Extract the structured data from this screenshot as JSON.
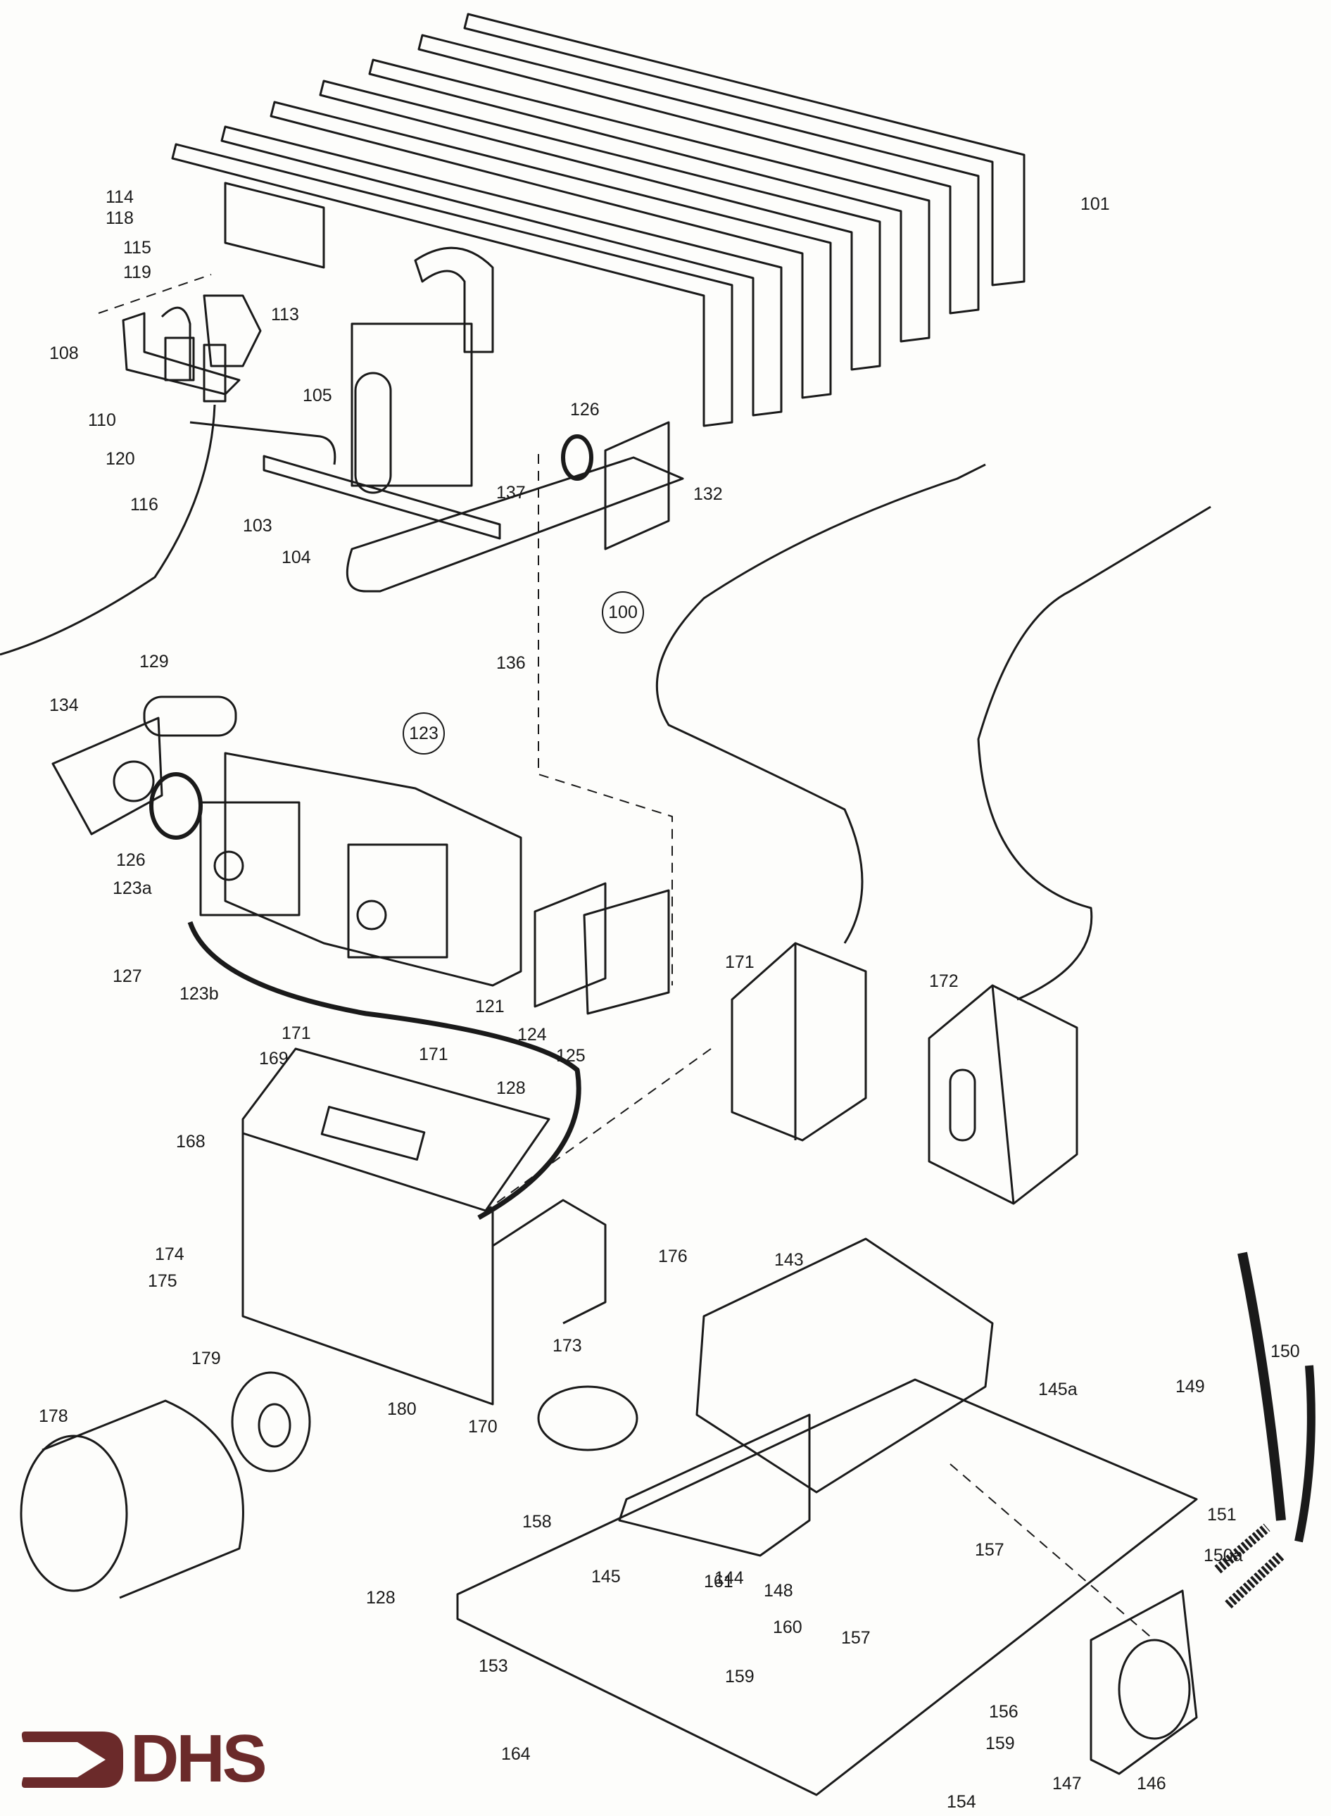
{
  "brand": {
    "logo_text": "DHS",
    "logo_color": "#6b2a2a"
  },
  "diagram": {
    "title": "Exploded parts diagram — gas heater burner & control assembly",
    "line_color": "#1a1a1a",
    "callouts": [
      {
        "id": "101",
        "circled": false
      },
      {
        "id": "114",
        "circled": false
      },
      {
        "id": "118",
        "circled": false
      },
      {
        "id": "115",
        "circled": false
      },
      {
        "id": "119",
        "circled": false
      },
      {
        "id": "113",
        "circled": false
      },
      {
        "id": "108",
        "circled": false
      },
      {
        "id": "110",
        "circled": false
      },
      {
        "id": "105",
        "circled": false
      },
      {
        "id": "120",
        "circled": false
      },
      {
        "id": "126",
        "circled": false
      },
      {
        "id": "132",
        "circled": false
      },
      {
        "id": "116",
        "circled": false
      },
      {
        "id": "137",
        "circled": false
      },
      {
        "id": "103",
        "circled": false
      },
      {
        "id": "104",
        "circled": false
      },
      {
        "id": "100",
        "circled": true
      },
      {
        "id": "136",
        "circled": false
      },
      {
        "id": "129",
        "circled": false
      },
      {
        "id": "134",
        "circled": false
      },
      {
        "id": "123",
        "circled": true
      },
      {
        "id": "126",
        "circled": false
      },
      {
        "id": "123a",
        "circled": false
      },
      {
        "id": "127",
        "circled": false
      },
      {
        "id": "123b",
        "circled": false
      },
      {
        "id": "121",
        "circled": false
      },
      {
        "id": "124",
        "circled": false
      },
      {
        "id": "125",
        "circled": false
      },
      {
        "id": "171",
        "circled": false
      },
      {
        "id": "172",
        "circled": false
      },
      {
        "id": "171",
        "circled": false
      },
      {
        "id": "169",
        "circled": false
      },
      {
        "id": "171",
        "circled": false
      },
      {
        "id": "128",
        "circled": false
      },
      {
        "id": "168",
        "circled": false
      },
      {
        "id": "174",
        "circled": false
      },
      {
        "id": "175",
        "circled": false
      },
      {
        "id": "176",
        "circled": false
      },
      {
        "id": "143",
        "circled": false
      },
      {
        "id": "173",
        "circled": false
      },
      {
        "id": "179",
        "circled": false
      },
      {
        "id": "180",
        "circled": false
      },
      {
        "id": "145a",
        "circled": false
      },
      {
        "id": "150",
        "circled": false
      },
      {
        "id": "149",
        "circled": false
      },
      {
        "id": "178",
        "circled": false
      },
      {
        "id": "170",
        "circled": false
      },
      {
        "id": "158",
        "circled": false
      },
      {
        "id": "151",
        "circled": false
      },
      {
        "id": "128",
        "circled": false
      },
      {
        "id": "145",
        "circled": false
      },
      {
        "id": "144",
        "circled": false
      },
      {
        "id": "148",
        "circled": false
      },
      {
        "id": "157",
        "circled": false
      },
      {
        "id": "150a",
        "circled": false
      },
      {
        "id": "161",
        "circled": false
      },
      {
        "id": "160",
        "circled": false
      },
      {
        "id": "157",
        "circled": false
      },
      {
        "id": "153",
        "circled": false
      },
      {
        "id": "159",
        "circled": false
      },
      {
        "id": "156",
        "circled": false
      },
      {
        "id": "159",
        "circled": false
      },
      {
        "id": "147",
        "circled": false
      },
      {
        "id": "146",
        "circled": false
      },
      {
        "id": "164",
        "circled": false
      },
      {
        "id": "154",
        "circled": false
      }
    ]
  }
}
